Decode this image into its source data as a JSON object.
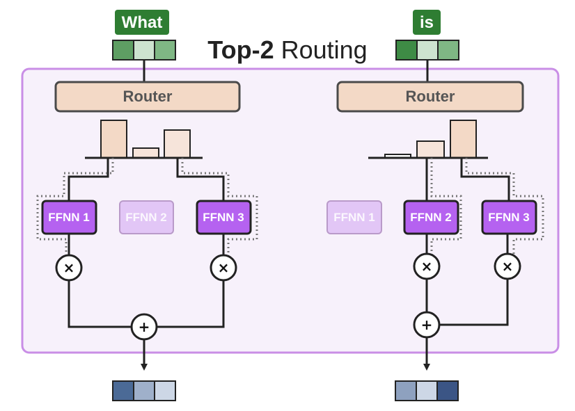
{
  "title": {
    "bold": "Top-2",
    "rest": " Routing"
  },
  "colors": {
    "panel_fill": "#f7f1fb",
    "panel_stroke": "#c98ee6",
    "router_fill": "#f3d9c6",
    "router_stroke": "#4a4a4a",
    "token_label_fill": "#2e7d32",
    "expert_active_fill": "#b562f0",
    "expert_inactive_fill": "#e2c6f6",
    "line": "#222222"
  },
  "left": {
    "token": "What",
    "input_cells": [
      "#5e9e63",
      "#cde3cf",
      "#7fb784"
    ],
    "router_label": "Router",
    "bar_colors": [
      "#f3d9c6",
      "#f6e4da",
      "#f6e4da"
    ],
    "experts": [
      {
        "label": "FFNN 1",
        "active": true
      },
      {
        "label": "FFNN 2",
        "active": false
      },
      {
        "label": "FFNN 3",
        "active": true
      }
    ],
    "multiply_ops": [
      "×",
      "×"
    ],
    "add_op": "+",
    "output_cells": [
      "#4b6a96",
      "#9fb0ca",
      "#cdd7e6"
    ]
  },
  "right": {
    "token": "is",
    "input_cells": [
      "#3e8b45",
      "#cde3cf",
      "#7fb784"
    ],
    "router_label": "Router",
    "bar_colors": [
      "#ffffff",
      "#f6e4da",
      "#f3d9c6"
    ],
    "experts": [
      {
        "label": "FFNN 1",
        "active": false
      },
      {
        "label": "FFNN 2",
        "active": true
      },
      {
        "label": "FFNN 3",
        "active": true
      }
    ],
    "multiply_ops": [
      "×",
      "×"
    ],
    "add_op": "+",
    "output_cells": [
      "#8ea1bf",
      "#cdd7e6",
      "#3b5585"
    ]
  }
}
